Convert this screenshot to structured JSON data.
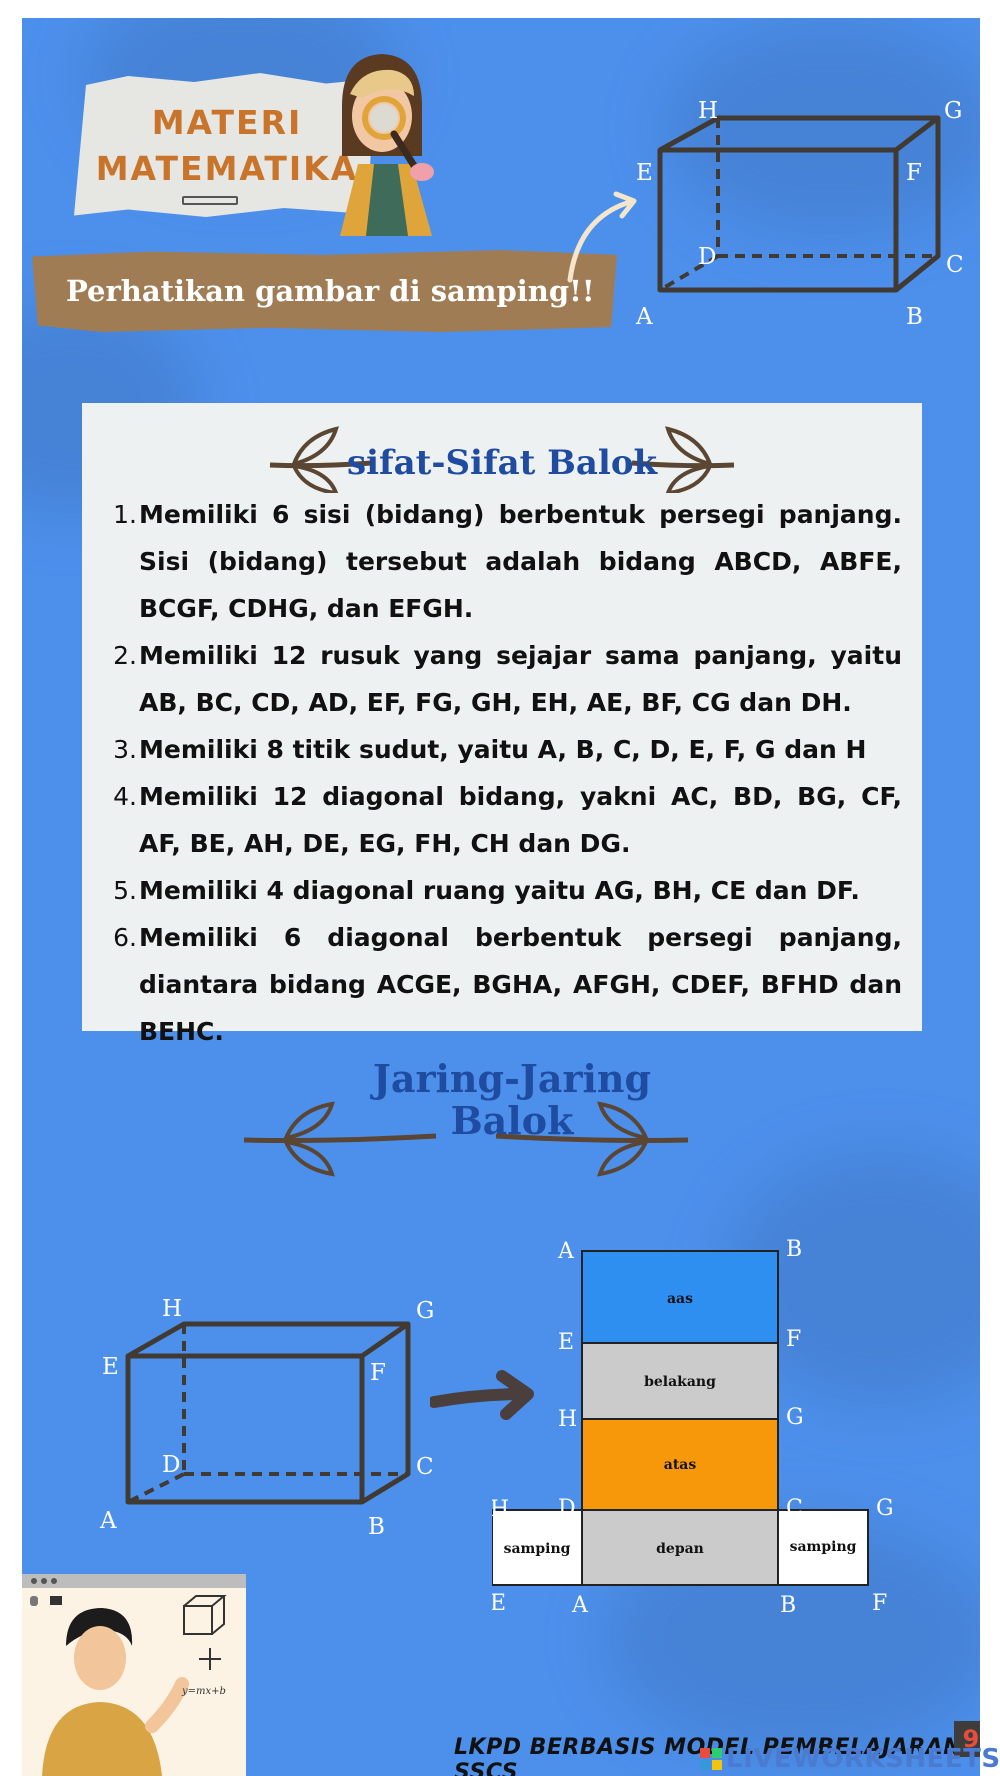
{
  "header": {
    "materi_line1": "MATERI",
    "materi_line2": "MATEMATIKA",
    "banner_text": "Perhatikan gambar di samping!!"
  },
  "cube_top": {
    "labels": {
      "A": "A",
      "B": "B",
      "C": "C",
      "D": "D",
      "E": "E",
      "F": "F",
      "G": "G",
      "H": "H"
    }
  },
  "properties": {
    "title": "sifat-Sifat Balok",
    "items": [
      {
        "num": "1.",
        "text": "Memiliki 6 sisi (bidang) berbentuk persegi panjang. Sisi (bidang) tersebut adalah bidang ABCD, ABFE, BCGF, CDHG, dan EFGH."
      },
      {
        "num": "2.",
        "text": "Memiliki 12 rusuk yang sejajar sama panjang, yaitu AB, BC, CD, AD, EF, FG, GH, EH, AE, BF, CG dan DH."
      },
      {
        "num": "3.",
        "text": "Memiliki 8 titik sudut, yaitu A, B, C, D, E, F, G dan H"
      },
      {
        "num": "4.",
        "text": "Memiliki 12 diagonal bidang, yakni AC, BD, BG, CF, AF, BE, AH, DE, EG, FH, CH dan DG."
      },
      {
        "num": "5.",
        "text": "Memiliki 4 diagonal ruang yaitu AG, BH, CE dan DF."
      },
      {
        "num": "6.",
        "text": "Memiliki 6 diagonal berbentuk persegi panjang, diantara bidang ACGE, BGHA, AFGH, CDEF, BFHD dan BEHC."
      }
    ]
  },
  "net_section": {
    "title_line1": "Jaring-Jaring",
    "title_line2": "Balok",
    "faces": {
      "aas": "aas",
      "belakang": "belakang",
      "atas": "atas",
      "depan": "depan",
      "samping_left": "samping",
      "samping_right": "samping"
    },
    "net_labels": {
      "top_A": "A",
      "top_B": "B",
      "E_left": "E",
      "F_right": "F",
      "H_left": "H",
      "G_right": "G",
      "H_far": "H",
      "D": "D",
      "C": "C",
      "G_far": "G",
      "E_bottom": "E",
      "A_bottom": "A",
      "B_bottom": "B",
      "F_bottom": "F"
    },
    "formula": "y=mx+b"
  },
  "colors": {
    "background": "#4d90ec",
    "face_aas": "#2e8ff0",
    "face_gray": "#cbcbcb",
    "face_atas": "#f7980a",
    "title_blue": "#1f4ca0",
    "cube_line": "#403a33"
  },
  "footer": {
    "text": "LKPD BERBASIS MODEL PEMBELAJARAN SSCS",
    "page_number": "9",
    "watermark": "LIVEWORKSHEETS"
  }
}
